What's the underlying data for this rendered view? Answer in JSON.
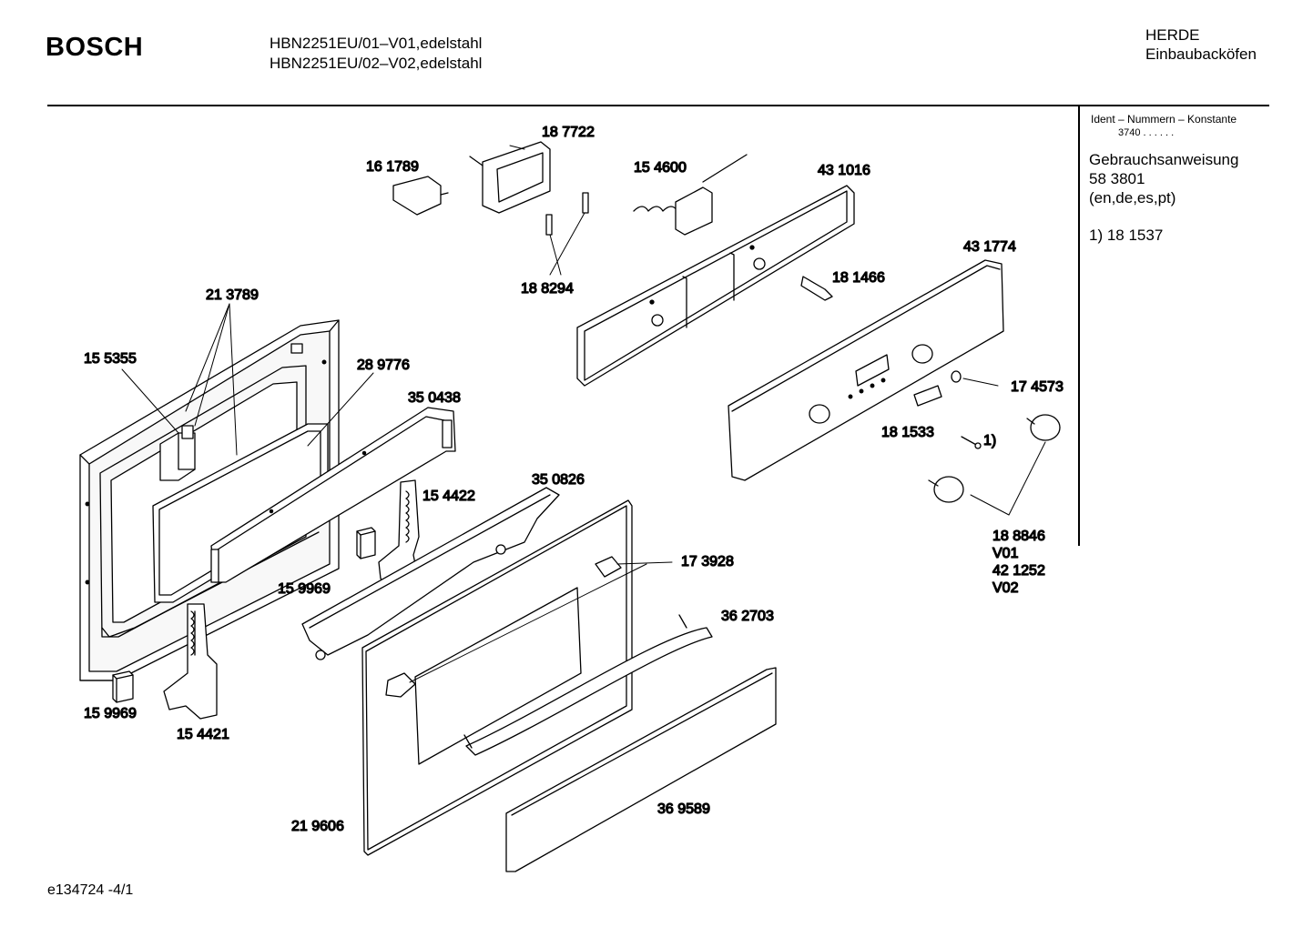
{
  "header": {
    "brand": "BOSCH",
    "model_lines": [
      "HBN2251EU/01–V01,edelstahl",
      "HBN2251EU/02–V02,edelstahl"
    ],
    "category_lines": [
      "HERDE",
      "Einbaubacköfen"
    ]
  },
  "sidebar": {
    "ident_title": "Ident – Nummern – Konstante",
    "ident_value": "3740  .  .   .  .  .  .",
    "manual_title": "Gebrauchsanweisung",
    "manual_number": "58 3801",
    "manual_languages": "(en,de,es,pt)",
    "footnote": "1)  18 1537"
  },
  "footer": {
    "code": "e134724  -4/1"
  },
  "callouts": {
    "p187722": "18 7722",
    "p161789": "16 1789",
    "p154600": "15 4600",
    "p431016": "43 1016",
    "p431774": "43 1774",
    "p188294": "18 8294",
    "p181466": "18 1466",
    "p213789": "21 3789",
    "p155355": "15 5355",
    "p289776": "28 9776",
    "p350438": "35 0438",
    "p174573": "17 4573",
    "p181533": "18 1533",
    "p_note1": "1)",
    "p350826": "35 0826",
    "p154422": "15 4422",
    "p173928": "17 3928",
    "p159969a": "15 9969",
    "p362703": "36 2703",
    "p188846": "18 8846",
    "p_v01": "V01",
    "p421252": "42 1252",
    "p_v02": "V02",
    "p159969b": "15 9969",
    "p154421": "15 4421",
    "p369589": "36 9589",
    "p219606": "21 9606"
  }
}
